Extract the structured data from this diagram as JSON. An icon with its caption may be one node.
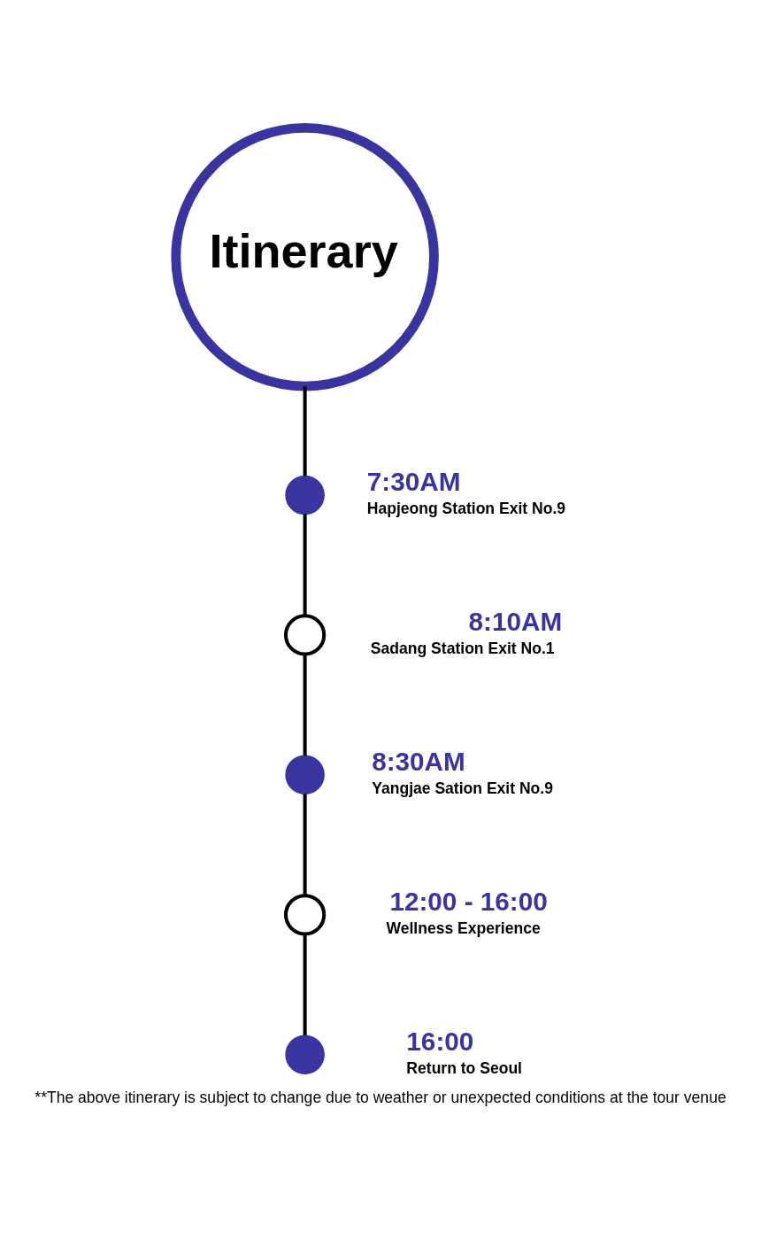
{
  "diagram": {
    "caption": "**The above itinerary is subject to change due to weather or unexpected conditions at the tour venue",
    "nodes": [
      {
        "text": [
          "Itinerary"
        ]
      },
      {
        "text": [],
        "shape": "circle",
        "beside": [
          "7:30AM",
          "Hapjeong Station Exit No.9"
        ]
      },
      {
        "text": [],
        "shape": "circle",
        "beside": [
          "8:10AM",
          "Sadang Station Exit No.1"
        ]
      },
      {
        "text": [],
        "shape": "circle",
        "beside": [
          "8:30AM",
          "Yangjae Sation Exit No.9"
        ]
      },
      {
        "text": [],
        "shape": "circle",
        "beside": [
          "12:00 - 16:00",
          "Wellness Experience"
        ]
      },
      {
        "text": [],
        "shape": "circle",
        "beside": [
          "16:00",
          "Return to Seoul"
        ]
      }
    ],
    "edges": [
      {
        "from": 0,
        "to": 1,
        "arrow": "none"
      },
      {
        "from": 1,
        "to": 2,
        "arrow": "none"
      },
      {
        "from": 2,
        "to": 3,
        "arrow": "none"
      },
      {
        "from": 3,
        "to": 4,
        "arrow": "none"
      },
      {
        "from": 4,
        "to": 5,
        "arrow": "none"
      }
    ]
  }
}
